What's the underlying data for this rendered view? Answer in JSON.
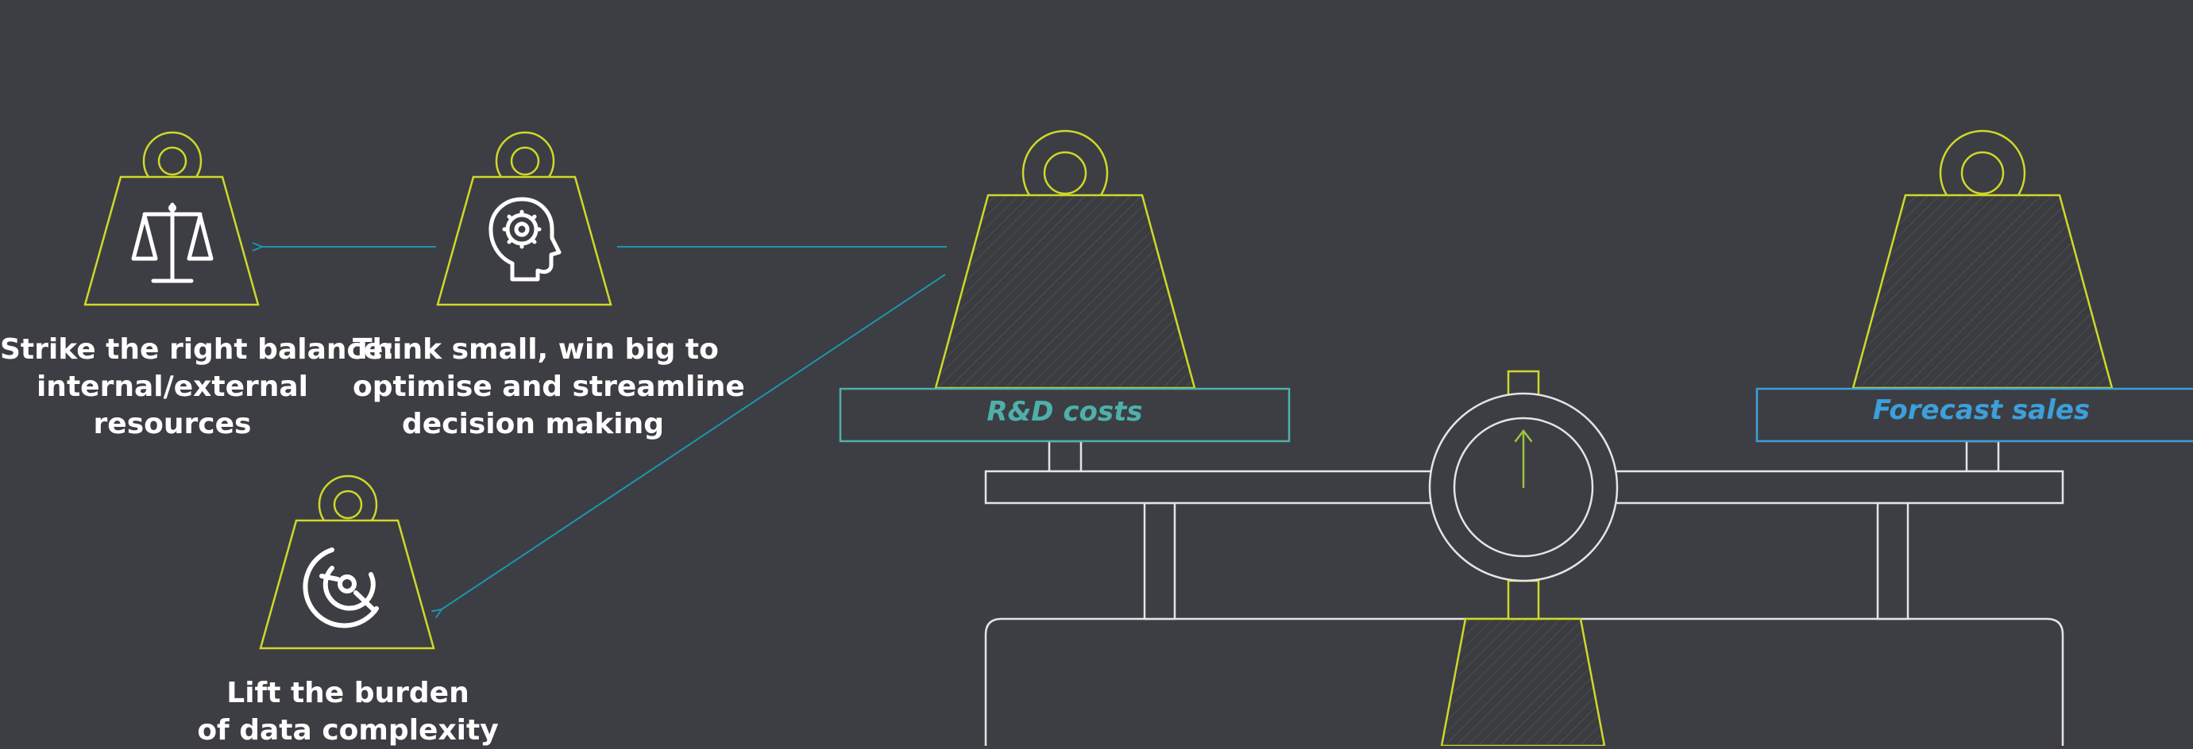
{
  "colors": {
    "background": "#3d3e43",
    "weight_outline": "#cfd829",
    "arrow": "#1b96ad",
    "rd_label": "#4eb0aa",
    "forecast_label": "#3ba0db",
    "scale_outline": "#e4e4e4",
    "indicator": "#9bc53d"
  },
  "captions": {
    "balance": [
      "Strike the right balance:",
      "internal/external",
      "resources"
    ],
    "think": [
      "Think small, win big to",
      "optimise and streamline",
      "decision making"
    ],
    "lift": [
      "Lift the burden",
      "of data complexity"
    ]
  },
  "scale": {
    "left_label": "R&D costs",
    "right_label": "Forecast sales"
  },
  "icons": {
    "balance_weight": "balance-scale-icon",
    "think_weight": "head-gear-icon",
    "lift_weight": "maze-target-icon"
  }
}
